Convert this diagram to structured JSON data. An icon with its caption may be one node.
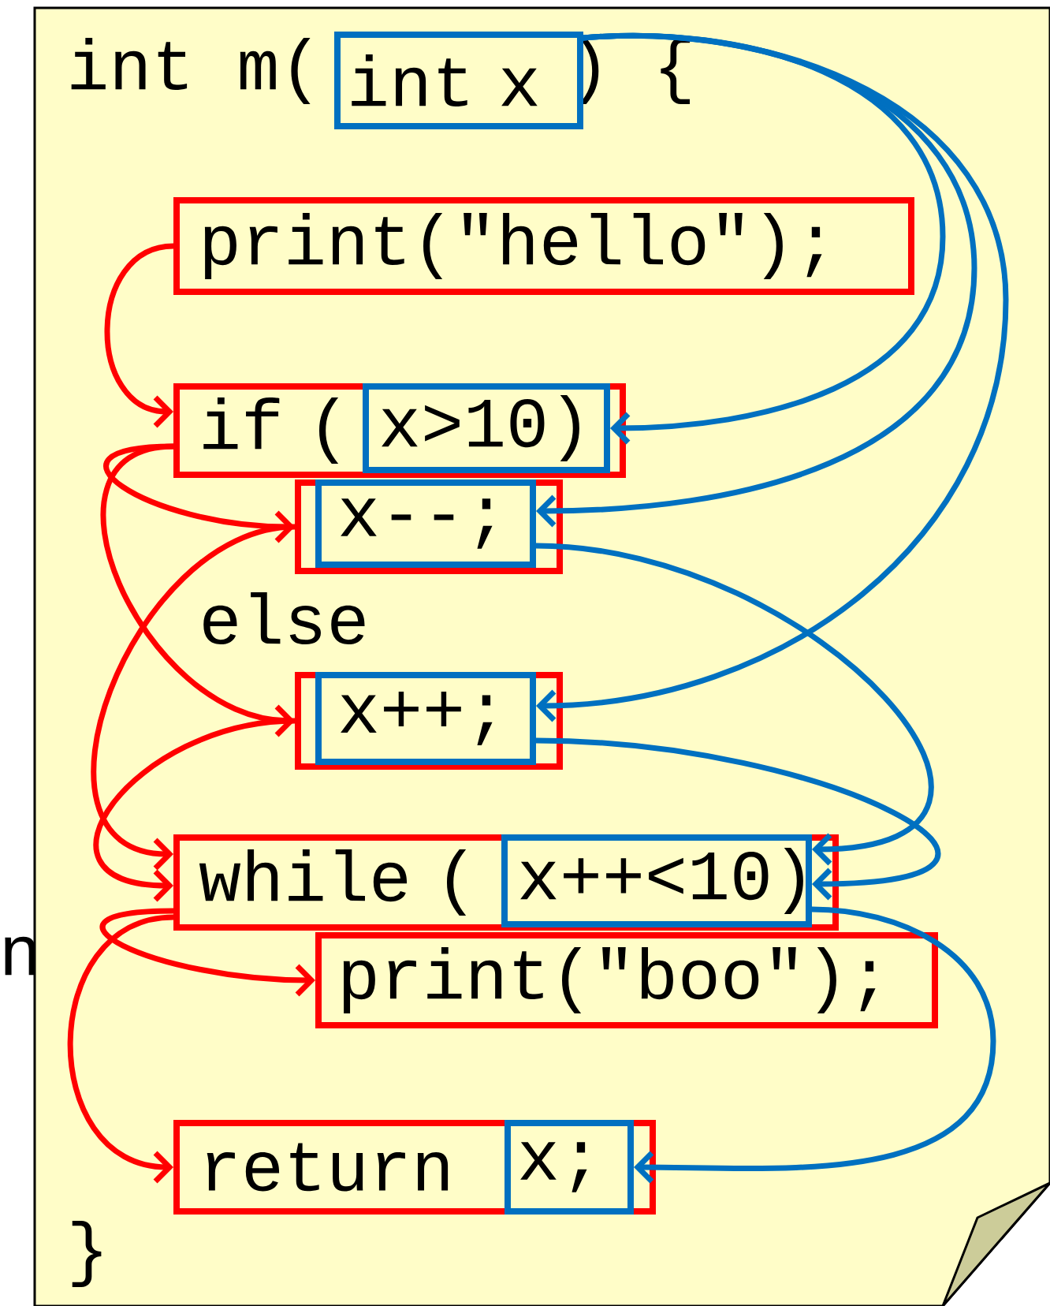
{
  "diagram": {
    "nodes": [
      {
        "text": [
          "int x"
        ]
      },
      {
        "text": [
          "print(\"hello\");"
        ]
      },
      {
        "text": [
          "if ("
        ]
      },
      {
        "text": [
          "x>10)"
        ],
        "in": 2
      },
      {
        "text": [],
        "shape": "box"
      },
      {
        "text": [
          "x--;"
        ],
        "in": 4
      },
      {
        "text": [],
        "shape": "box"
      },
      {
        "text": [
          "x++;"
        ],
        "in": 6
      },
      {
        "text": [
          "while ("
        ]
      },
      {
        "text": [
          "x++<10)"
        ],
        "in": 8
      },
      {
        "text": [
          "print(\"boo\");"
        ]
      },
      {
        "text": [
          "return"
        ]
      },
      {
        "text": [
          "x;"
        ],
        "in": 11
      }
    ],
    "edges": [
      {
        "from": 1,
        "to": 2,
        "arrow": "to"
      },
      {
        "from": 2,
        "to": 4,
        "arrow": "to"
      },
      {
        "from": 2,
        "to": 6,
        "arrow": "to"
      },
      {
        "from": 4,
        "to": 8,
        "arrow": "to"
      },
      {
        "from": 6,
        "to": 8,
        "arrow": "to"
      },
      {
        "from": 8,
        "to": 10,
        "arrow": "to"
      },
      {
        "from": 8,
        "to": 11,
        "arrow": "to"
      },
      {
        "from": 0,
        "to": 3,
        "arrow": "to",
        "color": "#0070c0"
      },
      {
        "from": 0,
        "to": 5,
        "arrow": "to",
        "color": "#0070c0"
      },
      {
        "from": 0,
        "to": 7,
        "arrow": "to",
        "color": "#0070c0"
      },
      {
        "from": 5,
        "to": 9,
        "arrow": "to",
        "color": "#0070c0"
      },
      {
        "from": 7,
        "to": 9,
        "arrow": "to",
        "color": "#0070c0"
      },
      {
        "from": 9,
        "to": 12,
        "arrow": "to",
        "color": "#0070c0"
      }
    ],
    "labels": [
      "int m(",
      ") {",
      "else",
      "n",
      "}"
    ]
  }
}
